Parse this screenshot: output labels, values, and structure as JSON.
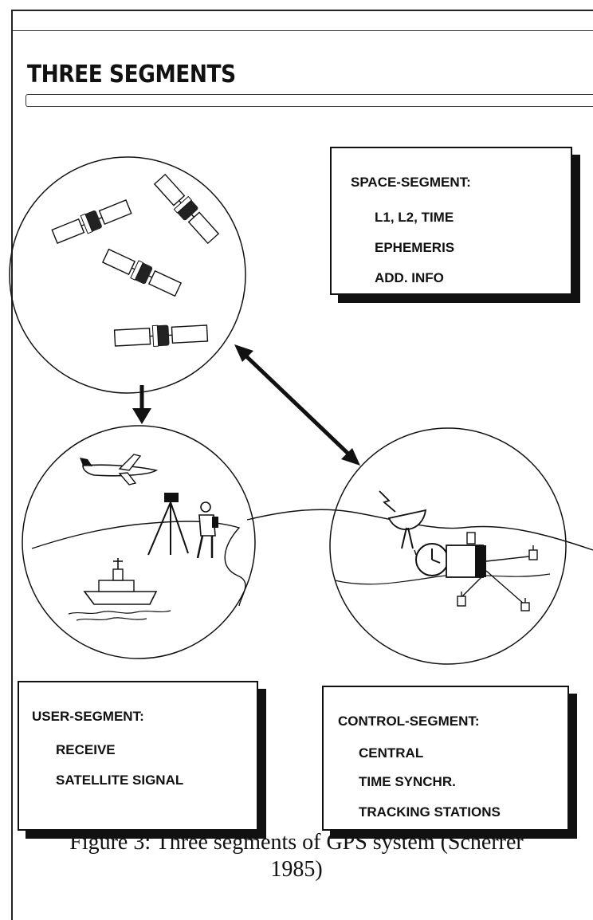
{
  "title": "THREE SEGMENTS",
  "space_box": {
    "heading": "SPACE-SEGMENT:",
    "items": [
      "L1, L2, TIME",
      "EPHEMERIS",
      "ADD. INFO"
    ]
  },
  "user_box": {
    "heading": "USER-SEGMENT:",
    "items": [
      "RECEIVE",
      "SATELLITE SIGNAL"
    ]
  },
  "control_box": {
    "heading": "CONTROL-SEGMENT:",
    "items": [
      "CENTRAL",
      "TIME SYNCHR.",
      "TRACKING STATIONS"
    ]
  },
  "caption": {
    "line1": "Figure 3: Three segments of GPS system (Scherrer",
    "line2": "1985)"
  }
}
